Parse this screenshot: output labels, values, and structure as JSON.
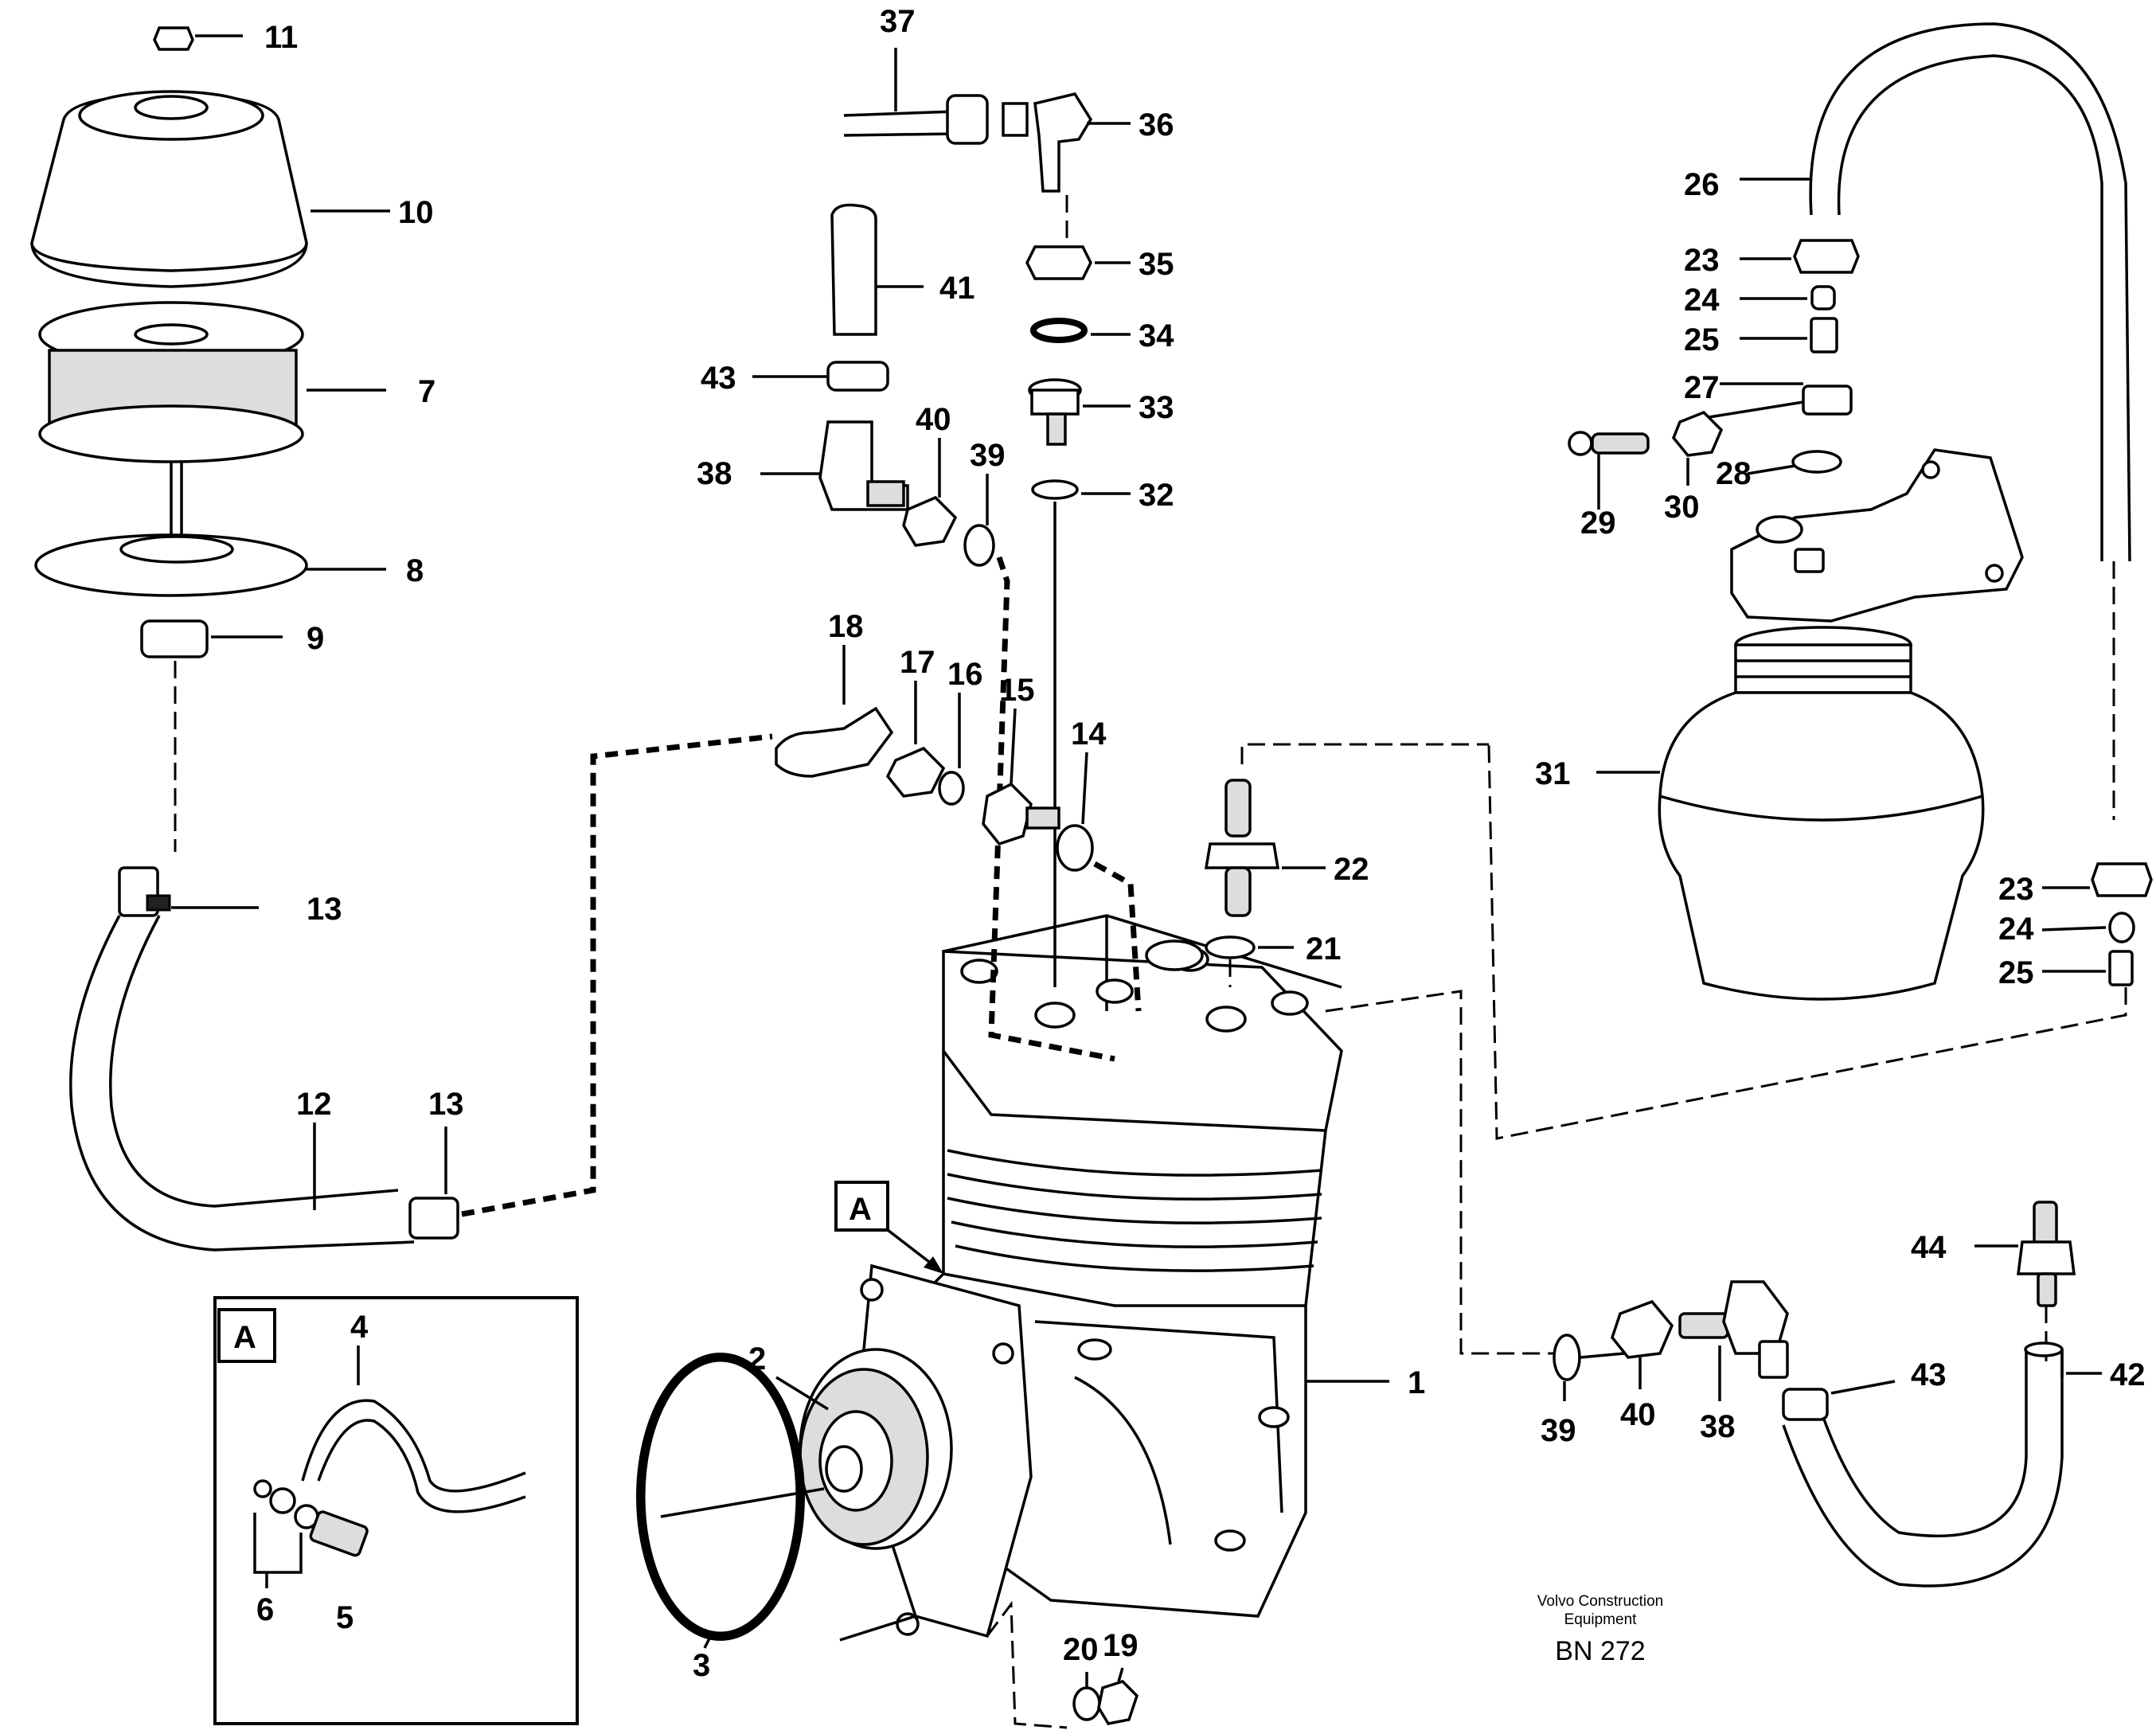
{
  "callouts": [
    "11",
    "10",
    "7",
    "8",
    "9",
    "13",
    "12",
    "13",
    "37",
    "36",
    "41",
    "35",
    "34",
    "43",
    "33",
    "38",
    "40",
    "39",
    "32",
    "18",
    "17",
    "16",
    "15",
    "14",
    "22",
    "21",
    "26",
    "23",
    "24",
    "25",
    "27",
    "29",
    "30",
    "28",
    "31",
    "23",
    "24",
    "25",
    "44",
    "42",
    "39",
    "40",
    "38",
    "43",
    "1",
    "2",
    "3",
    "4",
    "6",
    "5",
    "20",
    "19"
  ],
  "detail_marker": "A",
  "inset_marker": "A",
  "footer": {
    "company_line1": "Volvo Construction",
    "company_line2": "Equipment",
    "code": "BN 272"
  }
}
